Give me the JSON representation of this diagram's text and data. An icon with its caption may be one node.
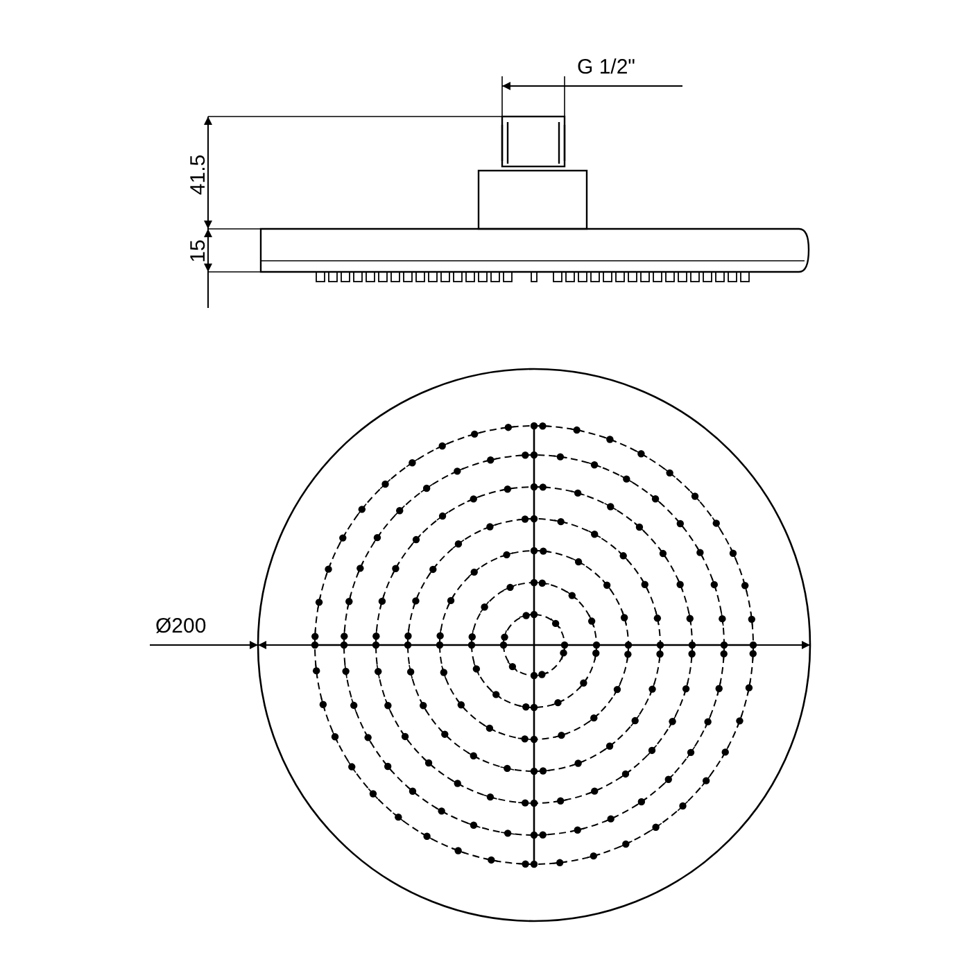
{
  "diagram": {
    "labels": [
      "G 1/2\"",
      "41.5",
      "15",
      "Ø200"
    ]
  }
}
